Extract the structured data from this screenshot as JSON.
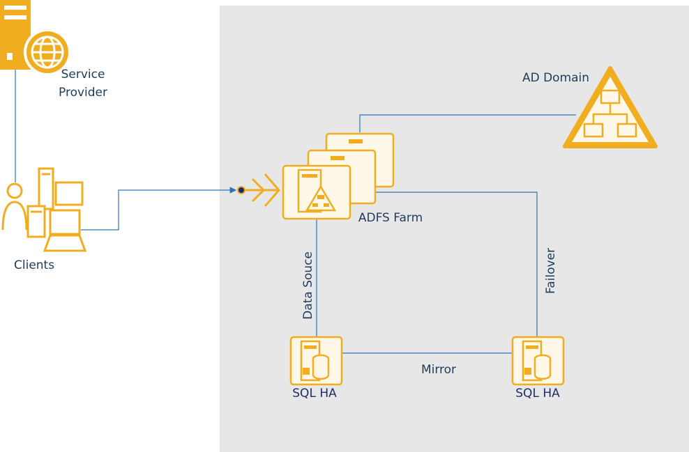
{
  "labels": {
    "service_provider_line1": "Service",
    "service_provider_line2": "Provider",
    "clients": "Clients",
    "ad_domain": "AD Domain",
    "adfs_farm": "ADFS Farm",
    "data_source": "Data Souce",
    "failover": "Failover",
    "mirror": "Mirror",
    "sql_ha_left": "SQL HA",
    "sql_ha_right": "SQL HA"
  },
  "colors": {
    "icon_accent": "#f0ad1f",
    "connector": "#2e75b6",
    "zone_background": "#e7e7e7",
    "label_text": "#1f3b5a"
  },
  "icons": {
    "service_provider": "web-server-icon",
    "clients": "users-computers-icon",
    "ad_domain": "ad-domain-triangle-icon",
    "adfs": "adfs-server-icon",
    "sql": "sql-server-icon",
    "endpoint": "endpoint-arrow-icon"
  }
}
